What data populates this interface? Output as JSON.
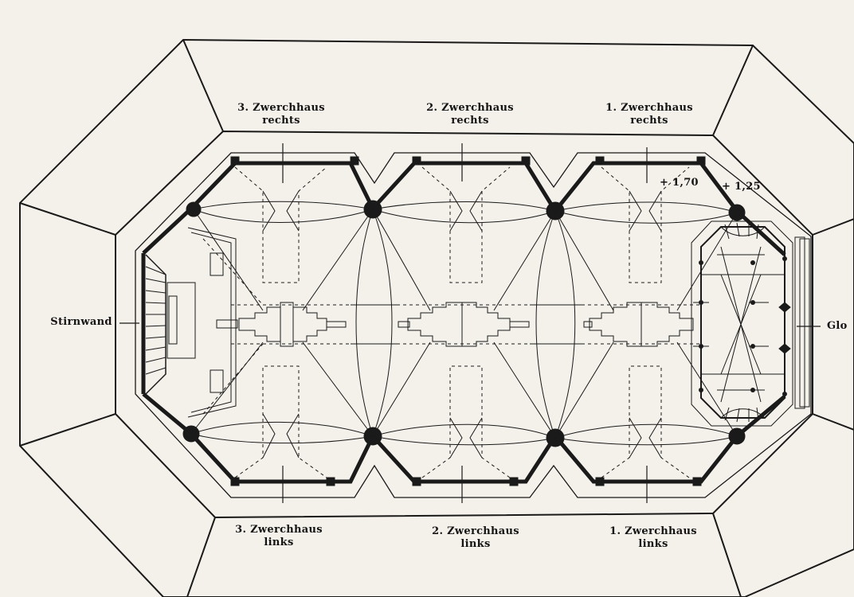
{
  "labels": {
    "top_3": {
      "line1": "3. Zwerchhaus",
      "line2": "rechts"
    },
    "top_2": {
      "line1": "2. Zwerchhaus",
      "line2": "rechts"
    },
    "top_1": {
      "line1": "1. Zwerchhaus",
      "line2": "rechts"
    },
    "bottom_3": {
      "line1": "3. Zwerchhaus",
      "line2": "links"
    },
    "bottom_2": {
      "line1": "2. Zwerchhaus",
      "line2": "links"
    },
    "bottom_1": {
      "line1": "1. Zwerchhaus",
      "line2": "links"
    },
    "left_side": "Stirnwand",
    "right_side": "Glo",
    "elev_a": "+ 1,70",
    "elev_b": "+ 1,25"
  },
  "colors": {
    "paper": "#f3f1e9",
    "ink": "#141414"
  }
}
